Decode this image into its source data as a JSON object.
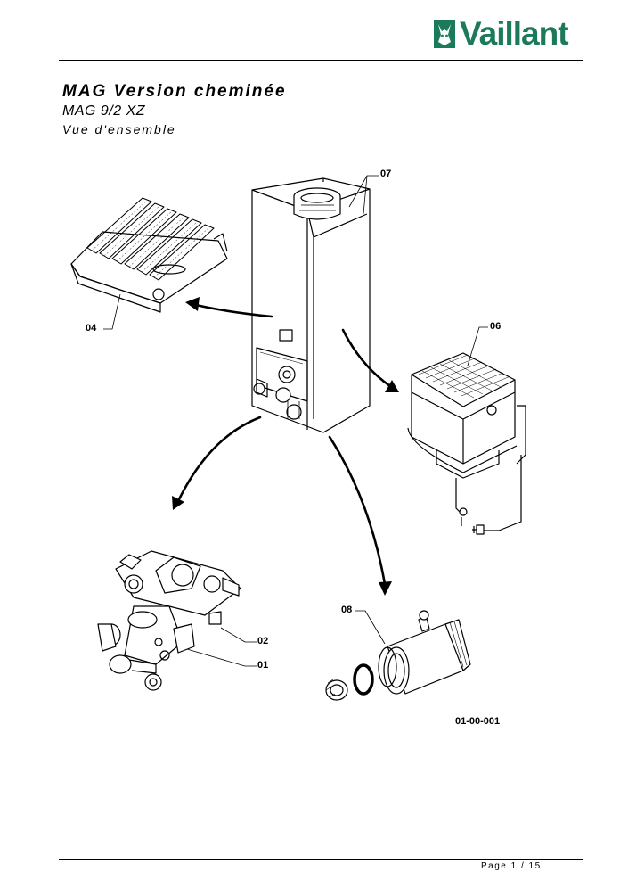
{
  "brand": {
    "name": "Vaillant",
    "logo_icon": "hare-emblem-icon",
    "color": "#1a7a5a"
  },
  "header": {
    "title": "MAG Version cheminée",
    "subtitle": "MAG 9/2 XZ",
    "view_label": "Vue d'ensemble"
  },
  "callouts": {
    "c07": "07",
    "c04": "04",
    "c06": "06",
    "c08": "08",
    "c02": "02",
    "c01": "01"
  },
  "drawing_ref": "01-00-001",
  "footer": {
    "page": "Page 1 / 15"
  }
}
